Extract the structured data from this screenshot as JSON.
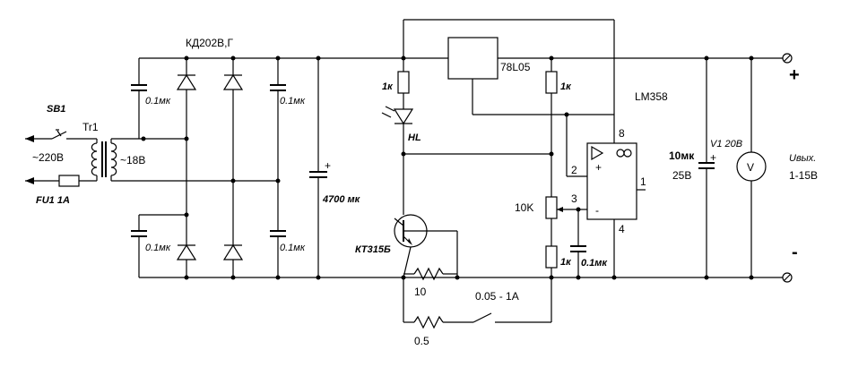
{
  "labels": {
    "diode_bridge": "КД202В,Г",
    "switch": "SB1",
    "transformer": "Tr1",
    "mains_voltage": "~220В",
    "secondary_voltage": "~18В",
    "fuse": "FU1 1A",
    "cap_top_left": "0.1мк",
    "cap_top_right": "0.1мк",
    "cap_bottom_left": "0.1мк",
    "cap_bottom_right": "0.1мк",
    "main_cap": "4700 мк",
    "regulator": "78L05",
    "resistor_led": "1к",
    "led": "HL",
    "resistor_div_top": "1к",
    "potentiometer": "10K",
    "resistor_div_bottom": "1к",
    "cap_small": "0.1мк",
    "opamp": "LM358",
    "opamp_pin8": "8",
    "opamp_pin2": "2",
    "opamp_pin1": "1",
    "opamp_pin3": "3",
    "opamp_pin4": "4",
    "transistor": "КТ315Б",
    "resistor_emitter": "10",
    "resistor_shunt": "0.5",
    "current_range": "0.05 - 1A",
    "cap_out_value": "10мк",
    "cap_out_voltage": "25В",
    "voltmeter": "V1 20В",
    "voltmeter_symbol": "V",
    "output_label": "Uвых.",
    "output_range": "1-15В",
    "plus": "+",
    "minus": "-",
    "cap_polarity": "+"
  }
}
